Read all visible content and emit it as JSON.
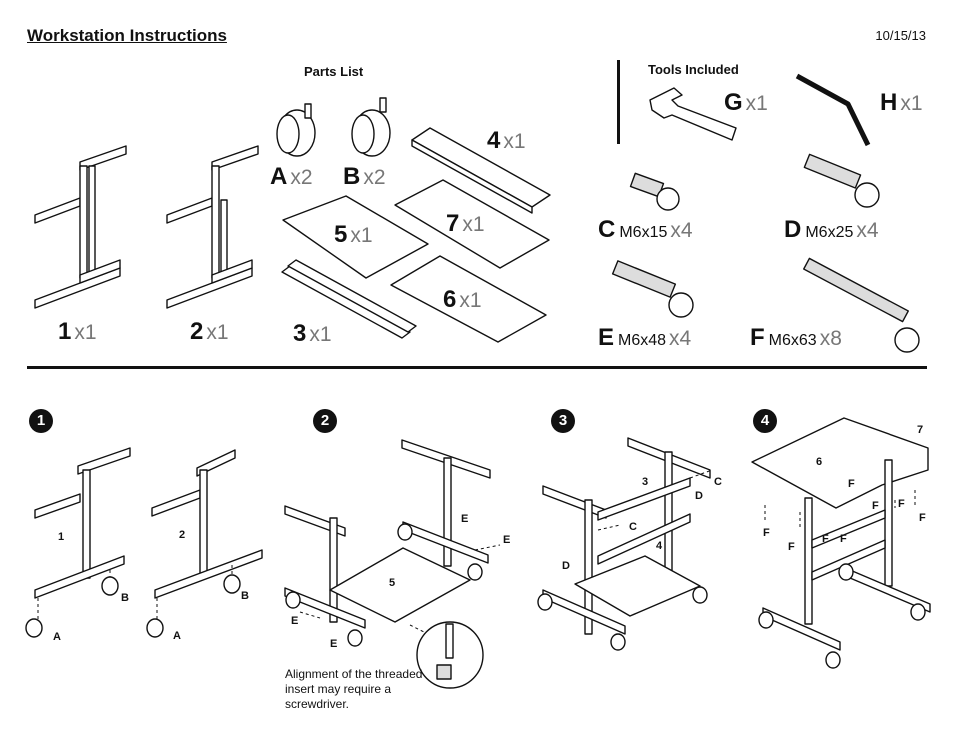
{
  "header": {
    "title": "Workstation Instructions",
    "date": "10/15/13"
  },
  "sections": {
    "parts_list": "Parts List",
    "tools_included": "Tools Included"
  },
  "parts": [
    {
      "id": "1",
      "qty": "x1"
    },
    {
      "id": "2",
      "qty": "x1"
    },
    {
      "id": "3",
      "qty": "x1"
    },
    {
      "id": "A",
      "qty": "x2"
    },
    {
      "id": "B",
      "qty": "x2"
    },
    {
      "id": "4",
      "qty": "x1"
    },
    {
      "id": "5",
      "qty": "x1"
    },
    {
      "id": "7",
      "qty": "x1"
    },
    {
      "id": "6",
      "qty": "x1"
    }
  ],
  "tools": [
    {
      "id": "G",
      "qty": "x1"
    },
    {
      "id": "H",
      "qty": "x1"
    }
  ],
  "hardware": [
    {
      "id": "C",
      "size": "M6x15",
      "qty": "x4"
    },
    {
      "id": "D",
      "size": "M6x25",
      "qty": "x4"
    },
    {
      "id": "E",
      "size": "M6x48",
      "qty": "x4"
    },
    {
      "id": "F",
      "size": "M6x63",
      "qty": "x8"
    }
  ],
  "steps": [
    "1",
    "2",
    "3",
    "4"
  ],
  "step_tags": {
    "s1": [
      "1",
      "2",
      "B",
      "B",
      "A",
      "A"
    ],
    "s2": [
      "E",
      "E",
      "5",
      "E",
      "E"
    ],
    "s3": [
      "3",
      "C",
      "D",
      "C",
      "4",
      "D"
    ],
    "s4": [
      "7",
      "6",
      "F",
      "F",
      "F",
      "F",
      "F",
      "F",
      "F",
      "F"
    ]
  },
  "note": "Alignment of the threaded insert may require a screwdriver."
}
